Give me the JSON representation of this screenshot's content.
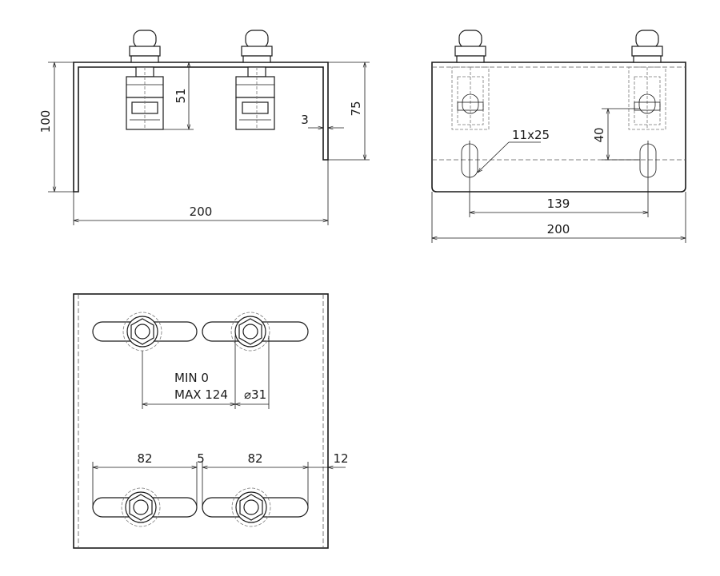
{
  "front_view": {
    "height_overall": "100",
    "stud_height": "51",
    "side_height": "75",
    "thickness": "3",
    "width_overall": "200"
  },
  "side_view": {
    "slot_size": "11x25",
    "slot_offset": "40",
    "slot_spacing": "139",
    "width_overall": "200"
  },
  "top_view": {
    "adjust_min": "MIN  0",
    "adjust_max": "MAX 124",
    "wheel_diameter": "⌀31",
    "slot_length_left": "82",
    "gap": "5",
    "slot_length_right": "82",
    "edge_offset": "12"
  }
}
